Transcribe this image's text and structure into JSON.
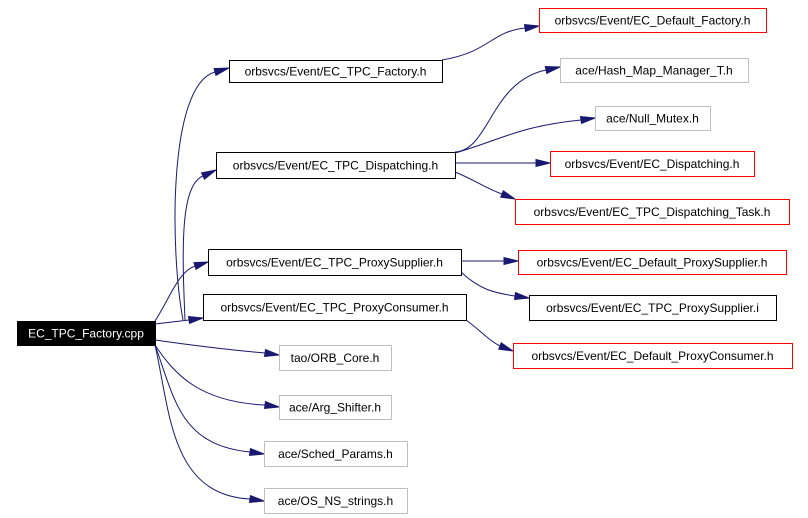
{
  "colors": {
    "edge": "#191970",
    "root_fill": "#000000",
    "root_text": "#ffffff",
    "black_border": "#000000",
    "red_border": "#ff0000",
    "gray_border": "#bfbfbf",
    "node_fill": "#ffffff",
    "node_text": "#000000"
  },
  "diagram": {
    "nodes": [
      {
        "id": "root",
        "label": "EC_TPC_Factory.cpp",
        "style": "root"
      },
      {
        "id": "factory_h",
        "label": "orbsvcs/Event/EC_TPC_Factory.h",
        "style": "black"
      },
      {
        "id": "default_factory_h",
        "label": "orbsvcs/Event/EC_Default_Factory.h",
        "style": "red"
      },
      {
        "id": "dispatching_h",
        "label": "orbsvcs/Event/EC_TPC_Dispatching.h",
        "style": "black"
      },
      {
        "id": "hash_map",
        "label": "ace/Hash_Map_Manager_T.h",
        "style": "gray"
      },
      {
        "id": "null_mutex",
        "label": "ace/Null_Mutex.h",
        "style": "gray"
      },
      {
        "id": "ec_dispatching",
        "label": "orbsvcs/Event/EC_Dispatching.h",
        "style": "red"
      },
      {
        "id": "dispatching_task",
        "label": "orbsvcs/Event/EC_TPC_Dispatching_Task.h",
        "style": "red"
      },
      {
        "id": "proxysupplier_h",
        "label": "orbsvcs/Event/EC_TPC_ProxySupplier.h",
        "style": "black"
      },
      {
        "id": "default_proxysupplier",
        "label": "orbsvcs/Event/EC_Default_ProxySupplier.h",
        "style": "red"
      },
      {
        "id": "proxysupplier_i",
        "label": "orbsvcs/Event/EC_TPC_ProxySupplier.i",
        "style": "black"
      },
      {
        "id": "proxyconsumer_h",
        "label": "orbsvcs/Event/EC_TPC_ProxyConsumer.h",
        "style": "black"
      },
      {
        "id": "default_proxyconsumer",
        "label": "orbsvcs/Event/EC_Default_ProxyConsumer.h",
        "style": "red"
      },
      {
        "id": "orb_core",
        "label": "tao/ORB_Core.h",
        "style": "gray"
      },
      {
        "id": "arg_shifter",
        "label": "ace/Arg_Shifter.h",
        "style": "gray"
      },
      {
        "id": "sched_params",
        "label": "ace/Sched_Params.h",
        "style": "gray"
      },
      {
        "id": "os_ns_strings",
        "label": "ace/OS_NS_strings.h",
        "style": "gray"
      }
    ],
    "edges": [
      {
        "from": "root",
        "to": "factory_h"
      },
      {
        "from": "root",
        "to": "dispatching_h"
      },
      {
        "from": "root",
        "to": "proxysupplier_h"
      },
      {
        "from": "root",
        "to": "proxyconsumer_h"
      },
      {
        "from": "root",
        "to": "orb_core"
      },
      {
        "from": "root",
        "to": "arg_shifter"
      },
      {
        "from": "root",
        "to": "sched_params"
      },
      {
        "from": "root",
        "to": "os_ns_strings"
      },
      {
        "from": "factory_h",
        "to": "default_factory_h"
      },
      {
        "from": "dispatching_h",
        "to": "hash_map"
      },
      {
        "from": "dispatching_h",
        "to": "null_mutex"
      },
      {
        "from": "dispatching_h",
        "to": "ec_dispatching"
      },
      {
        "from": "dispatching_h",
        "to": "dispatching_task"
      },
      {
        "from": "proxysupplier_h",
        "to": "default_proxysupplier"
      },
      {
        "from": "proxysupplier_h",
        "to": "proxysupplier_i"
      },
      {
        "from": "proxyconsumer_h",
        "to": "default_proxyconsumer"
      }
    ]
  }
}
